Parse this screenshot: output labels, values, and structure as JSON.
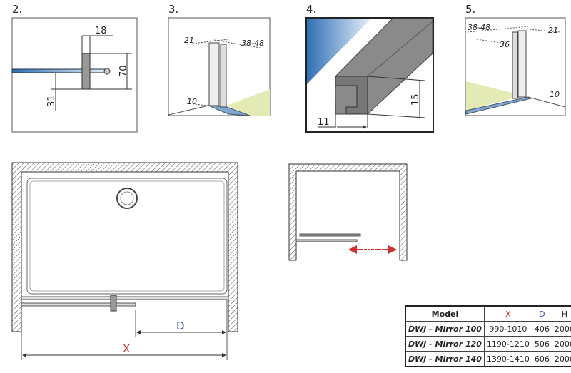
{
  "panels": {
    "p2": {
      "number": "2.",
      "dims": [
        "18",
        "70",
        "31"
      ]
    },
    "p3": {
      "number": "3.",
      "dims": [
        "21",
        "38-48",
        "10"
      ]
    },
    "p4": {
      "number": "4.",
      "dims": [
        "11",
        "15"
      ]
    },
    "p5": {
      "number": "5.",
      "dims": [
        "38-48",
        "21",
        "36",
        "10"
      ]
    }
  },
  "plan": {
    "label_d": "D",
    "label_x": "X"
  },
  "colors": {
    "x": "#d03030",
    "d": "#3a4fb0",
    "glass": "#2f6fb5",
    "floor": "#e4eab4"
  },
  "table": {
    "headers": [
      "Model",
      "X",
      "D",
      "H"
    ],
    "rows": [
      {
        "model": "DWJ - Mirror 100",
        "x": "990-1010",
        "d": "406",
        "h": "2000"
      },
      {
        "model": "DWJ - Mirror 120",
        "x": "1190-1210",
        "d": "506",
        "h": "2000"
      },
      {
        "model": "DWJ - Mirror 140",
        "x": "1390-1410",
        "d": "606",
        "h": "2000"
      }
    ]
  }
}
